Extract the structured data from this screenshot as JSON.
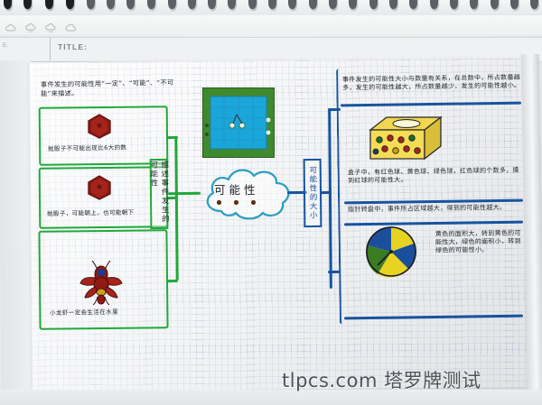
{
  "page": {
    "title_label": "TITLE:",
    "margin_label": "E:",
    "watermark": "tlpcs.com 塔罗牌测试"
  },
  "toolbar": {
    "icons": [
      {
        "name": "cloud-icon",
        "glyph": "cloud"
      },
      {
        "name": "rain-cloud-icon",
        "glyph": "rain"
      },
      {
        "name": "drizzle-cloud-icon",
        "glyph": "drizzle"
      },
      {
        "name": "cloud-outline-icon",
        "glyph": "cloud2"
      }
    ]
  },
  "mindmap": {
    "center": {
      "label": "可能性",
      "dots": 3,
      "shape": "cloud"
    },
    "branch_left": {
      "node_label": "描述事件发生的可能性",
      "items": [
        {
          "id": "item-certain",
          "note": "事件发生的可能性用“一定”、“可能”、“不可能”来描述。",
          "drawing": "red-hexagon-die",
          "caption": "抛骰子不可能出现比6大的数",
          "caption_red_part": "不可能"
        },
        {
          "id": "item-possible",
          "drawing": "red-hexagon-die",
          "caption": "抛骰子，可能朝上，也可能朝下",
          "caption_red_part": "可能"
        },
        {
          "id": "item-certain2",
          "drawing": "red-crayfish",
          "caption": "小龙虾一定会生活在水里",
          "caption_red_part": "一定"
        }
      ]
    },
    "branch_right": {
      "node_label": "可能性的大小",
      "items": [
        {
          "id": "item-quantity",
          "note": "事件发生的可能性大小与数量有关系，在总数中，所占数量越多，发生的可能性越大，所占数量越少，发生的可能性越小。",
          "drawing": "yellow-box-with-balls",
          "caption": "盒子中，有红色球、黄色球、绿色球，红色球的个数多，摸到红球的可能性大。"
        },
        {
          "id": "item-area",
          "note": "指针转盘中，事件所占区域越大，得到的可能性越大。",
          "drawing": "color-spinner",
          "caption": "黄色的面积大，转到黄色的可能性大，绿色的面积小，转到绿色的可能性小。"
        }
      ]
    },
    "top_drawing": {
      "id": "pool-grid-photo",
      "caption": ""
    }
  },
  "colors": {
    "green_marker": "#21a83b",
    "blue_marker": "#17549f",
    "red_ink": "#bc2b22",
    "black_ink": "#23262b",
    "cloud_outline": "#2f9ec4"
  }
}
